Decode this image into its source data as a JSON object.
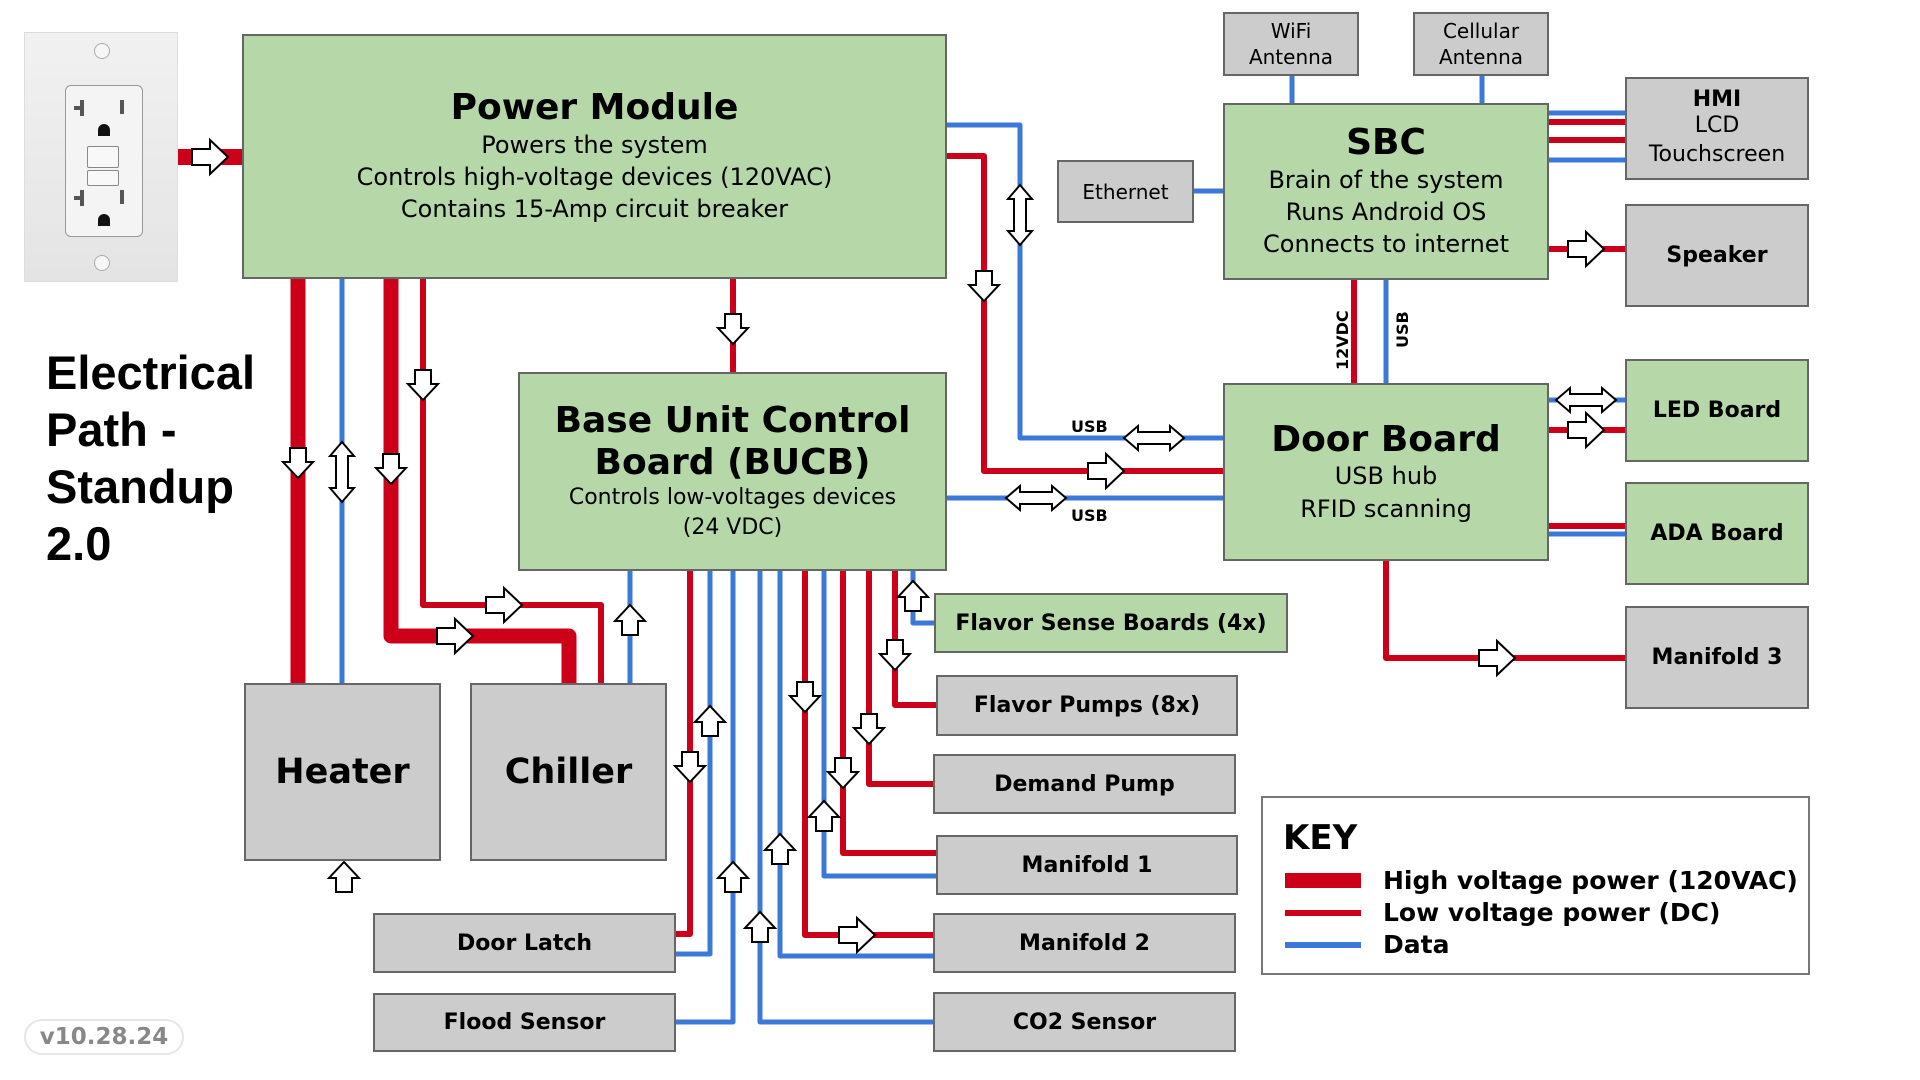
{
  "title": "Electrical Path - Standup 2.0",
  "title_lines": [
    "Electrical",
    "Path -",
    "Standup",
    "2.0"
  ],
  "version": "v10.28.24",
  "colors": {
    "high_voltage": "#cc0019",
    "low_voltage": "#cc0019",
    "data": "#3c78d8",
    "board_fill": "#b6d7a8",
    "device_fill": "#cccccc",
    "border": "#666666"
  },
  "outlet": {
    "name": "wall-outlet-gfci"
  },
  "nodes": {
    "power_module": {
      "title": "Power Module",
      "lines": [
        "Powers the system",
        "Controls high-voltage devices (120VAC)",
        "Contains 15-Amp circuit breaker"
      ]
    },
    "sbc": {
      "title": "SBC",
      "lines": [
        "Brain of the system",
        "Runs Android OS",
        "Connects to internet"
      ]
    },
    "bucb": {
      "title_lines": [
        "Base Unit Control",
        "Board (BUCB)"
      ],
      "lines": [
        "Controls low-voltages devices",
        "(24 VDC)"
      ]
    },
    "door_board": {
      "title": "Door Board",
      "lines": [
        "USB hub",
        "RFID scanning"
      ]
    },
    "wifi_antenna": {
      "lines": [
        "WiFi",
        "Antenna"
      ]
    },
    "cellular_antenna": {
      "lines": [
        "Cellular",
        "Antenna"
      ]
    },
    "ethernet": {
      "label": "Ethernet"
    },
    "hmi": {
      "title": "HMI",
      "lines": [
        "LCD",
        "Touchscreen"
      ]
    },
    "speaker": {
      "label": "Speaker"
    },
    "led_board": {
      "label": "LED Board"
    },
    "ada_board": {
      "label": "ADA Board"
    },
    "manifold_3": {
      "label": "Manifold 3"
    },
    "flavor_sense": {
      "label": "Flavor Sense Boards (4x)"
    },
    "flavor_pumps": {
      "label": "Flavor Pumps (8x)"
    },
    "demand_pump": {
      "label": "Demand Pump"
    },
    "manifold_1": {
      "label": "Manifold 1"
    },
    "manifold_2": {
      "label": "Manifold 2"
    },
    "co2_sensor": {
      "label": "CO2 Sensor"
    },
    "heater": {
      "label": "Heater"
    },
    "chiller": {
      "label": "Chiller"
    },
    "door_latch": {
      "label": "Door Latch"
    },
    "flood_sensor": {
      "label": "Flood Sensor"
    }
  },
  "wire_labels": {
    "usb_sbc_door": "USB",
    "usb_bucb_door": "USB",
    "vdc_sbc": "12VDC",
    "usb_sbc": "USB"
  },
  "connections": [
    {
      "from": "outlet",
      "to": "power_module",
      "type": "high_voltage",
      "direction": "to"
    },
    {
      "from": "power_module",
      "to": "heater",
      "type": "high_voltage",
      "direction": "to"
    },
    {
      "from": "power_module",
      "to": "heater",
      "type": "data",
      "direction": "both"
    },
    {
      "from": "power_module",
      "to": "chiller",
      "type": "high_voltage",
      "direction": "to"
    },
    {
      "from": "power_module",
      "to": "chiller",
      "type": "low_voltage",
      "direction": "to"
    },
    {
      "from": "bucb",
      "to": "chiller",
      "type": "data",
      "direction": "from"
    },
    {
      "from": "power_module",
      "to": "bucb",
      "type": "low_voltage",
      "direction": "to"
    },
    {
      "from": "power_module",
      "to": "sbc",
      "type": "data",
      "direction": "both"
    },
    {
      "from": "power_module",
      "to": "door_board",
      "type": "low_voltage",
      "direction": "to"
    },
    {
      "from": "sbc",
      "to": "door_board",
      "type": "data",
      "label": "USB",
      "direction": "both"
    },
    {
      "from": "bucb",
      "to": "door_board",
      "type": "data",
      "label": "USB",
      "direction": "both"
    },
    {
      "from": "door_board",
      "to": "sbc",
      "type": "low_voltage",
      "label": "12VDC"
    },
    {
      "from": "door_board",
      "to": "sbc",
      "type": "data",
      "label": "USB"
    },
    {
      "from": "ethernet",
      "to": "sbc",
      "type": "data"
    },
    {
      "from": "wifi_antenna",
      "to": "sbc",
      "type": "data"
    },
    {
      "from": "cellular_antenna",
      "to": "sbc",
      "type": "data"
    },
    {
      "from": "sbc",
      "to": "hmi",
      "type": "data"
    },
    {
      "from": "sbc",
      "to": "hmi",
      "type": "low_voltage"
    },
    {
      "from": "sbc",
      "to": "speaker",
      "type": "low_voltage",
      "direction": "to"
    },
    {
      "from": "door_board",
      "to": "led_board",
      "type": "data",
      "direction": "both"
    },
    {
      "from": "door_board",
      "to": "led_board",
      "type": "low_voltage",
      "direction": "to"
    },
    {
      "from": "door_board",
      "to": "ada_board",
      "type": "low_voltage"
    },
    {
      "from": "door_board",
      "to": "ada_board",
      "type": "data"
    },
    {
      "from": "door_board",
      "to": "manifold_3",
      "type": "low_voltage",
      "direction": "to"
    },
    {
      "from": "bucb",
      "to": "flavor_sense",
      "type": "data",
      "direction": "from"
    },
    {
      "from": "bucb",
      "to": "flavor_pumps",
      "type": "low_voltage",
      "direction": "to"
    },
    {
      "from": "bucb",
      "to": "demand_pump",
      "type": "low_voltage",
      "direction": "to"
    },
    {
      "from": "bucb",
      "to": "manifold_1",
      "type": "low_voltage",
      "direction": "to"
    },
    {
      "from": "bucb",
      "to": "manifold_1",
      "type": "data",
      "direction": "from"
    },
    {
      "from": "bucb",
      "to": "manifold_2",
      "type": "low_voltage",
      "direction": "to"
    },
    {
      "from": "bucb",
      "to": "manifold_2",
      "type": "data",
      "direction": "from"
    },
    {
      "from": "bucb",
      "to": "co2_sensor",
      "type": "data",
      "direction": "from"
    },
    {
      "from": "bucb",
      "to": "door_latch",
      "type": "low_voltage",
      "direction": "to"
    },
    {
      "from": "bucb",
      "to": "door_latch",
      "type": "data",
      "direction": "from"
    },
    {
      "from": "bucb",
      "to": "flood_sensor",
      "type": "data",
      "direction": "from"
    }
  ],
  "key": {
    "title": "KEY",
    "items": [
      {
        "label": "High voltage power (120VAC)",
        "type": "high_voltage"
      },
      {
        "label": "Low voltage power (DC)",
        "type": "low_voltage"
      },
      {
        "label": "Data",
        "type": "data"
      }
    ]
  }
}
